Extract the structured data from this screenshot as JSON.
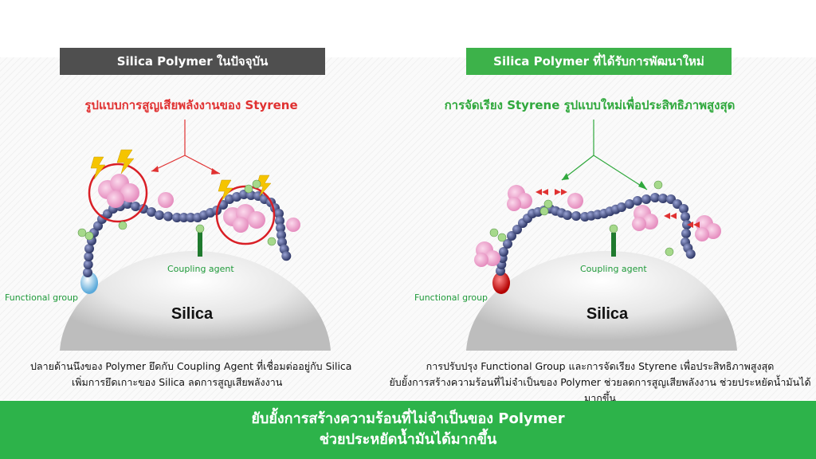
{
  "left": {
    "header": "Silica Polymer ในปัจจุบัน",
    "subtitle": "รูปแบบการสูญเสียพลังงานของ Styrene",
    "coupling_label": "Coupling agent",
    "functional_label": "Functional group",
    "silica_label": "Silica",
    "description_line1": "ปลายด้านนึงของ Polymer ยึดกับ Coupling Agent ที่เชื่อมต่ออยู่กับ Silica",
    "description_line2": "เพิ่มการยึดเกาะของ Silica ลดการสูญเสียพลังงาน"
  },
  "right": {
    "header": "Silica Polymer ที่ได้รับการพัฒนาใหม่",
    "subtitle": "การจัดเรียง Styrene รูปแบบใหม่เพื่อประสิทธิภาพสูงสุด",
    "coupling_label": "Coupling agent",
    "functional_label": "Functional group",
    "silica_label": "Silica",
    "description_line1": "การปรับปรุง Functional Group และการจัดเรียง Styrene เพื่อประสิทธิภาพสูงสุด",
    "description_line2": "ยับยั้งการสร้างความร้อนที่ไม่จำเป็นของ Polymer ช่วยลดการสูญเสียพลังงาน ช่วยประหยัดน้ำมันได้มากขึ้น"
  },
  "banner": {
    "line1": "ยับยั้งการสร้างความร้อนที่ไม่จำเป็นของ Polymer",
    "line2": "ช่วยประหยัดน้ำมันได้มากขึ้น"
  },
  "colors": {
    "left_header_bg": "#4f4f4f",
    "right_header_bg": "#3db24a",
    "loss_red": "#e03131",
    "accent_green": "#2fa83c",
    "banner_green": "#2db34a",
    "bead_blue": "#3f4a7a",
    "styrene_pink": "#f2a6cf",
    "functional_left": "#7fc3ea",
    "functional_right": "#d11a1a"
  }
}
